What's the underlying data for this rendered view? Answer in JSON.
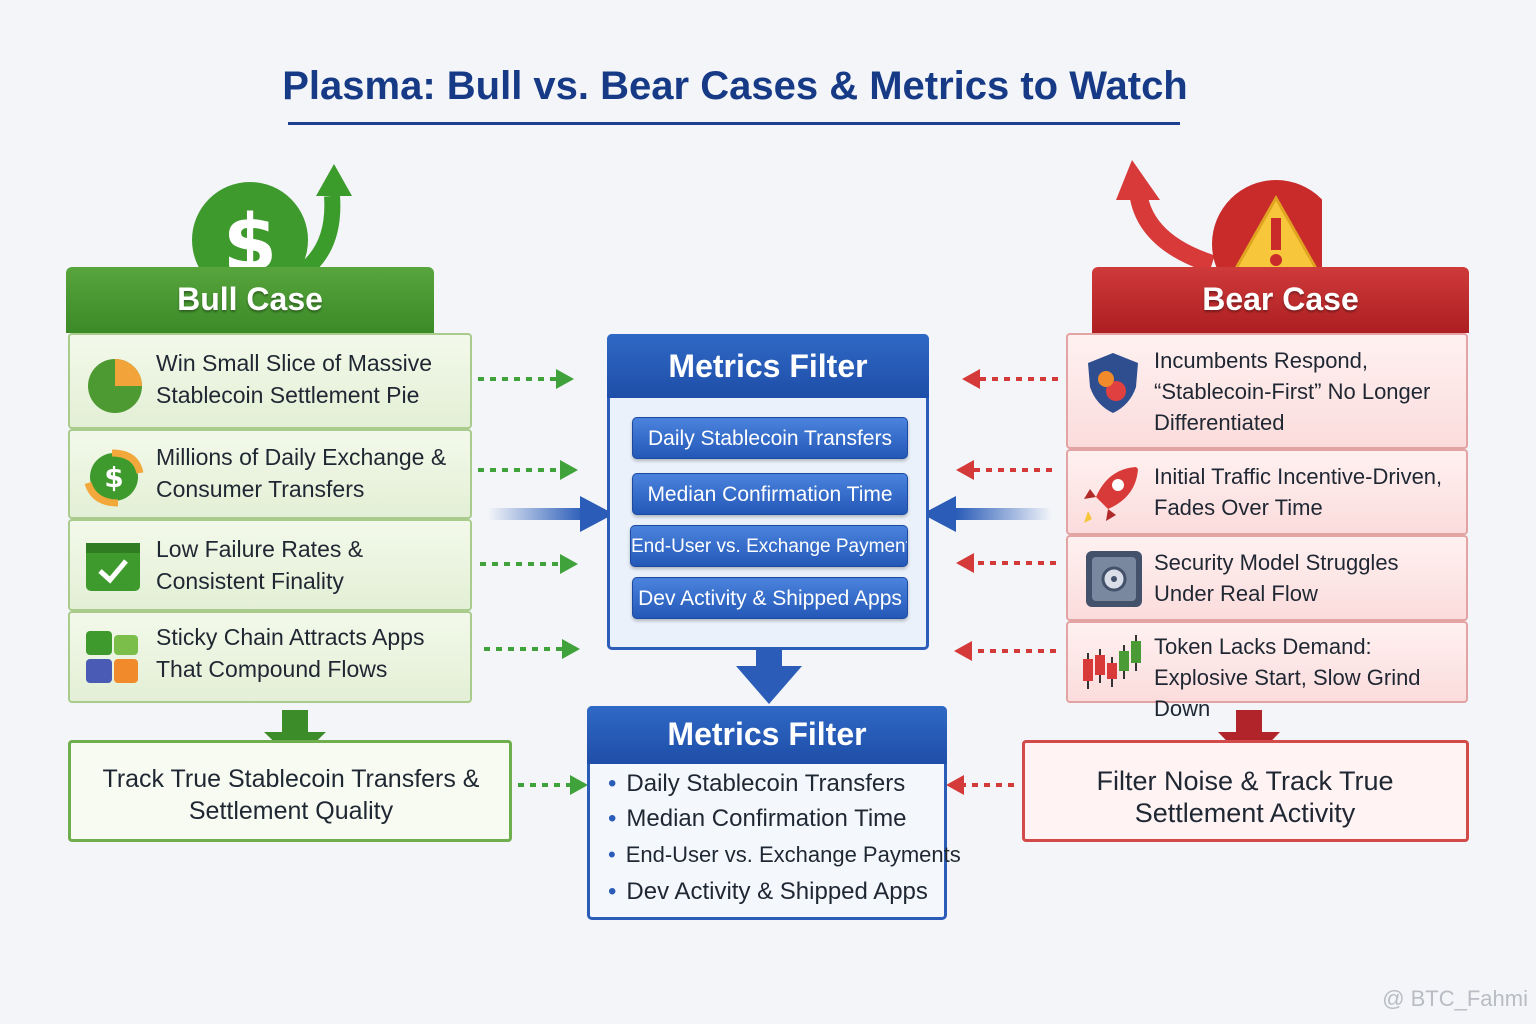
{
  "title": "Plasma: Bull vs. Bear Cases & Metrics to Watch",
  "bull": {
    "header": "Bull Case",
    "items": [
      {
        "text": "Win Small Slice of Massive Stablecoin Settlement Pie",
        "icon": "pie-chart-icon"
      },
      {
        "text": "Millions of Daily Exchange & Consumer Transfers",
        "icon": "dollar-exchange-icon"
      },
      {
        "text": "Low Failure Rates & Consistent Finality",
        "icon": "checkmark-folder-icon"
      },
      {
        "text": "Sticky Chain Attracts Apps That Compound Flows",
        "icon": "app-blocks-icon"
      }
    ],
    "outcome": "Track True Stablecoin Transfers & Settlement Quality"
  },
  "bear": {
    "header": "Bear Case",
    "items": [
      {
        "text": "Incumbents Respond, “Stablecoin-First” No Longer Differentiated",
        "icon": "shield-icon"
      },
      {
        "text": "Initial Traffic Incentive-Driven, Fades Over Time",
        "icon": "rocket-icon"
      },
      {
        "text": "Security Model Struggles Under Real Flow",
        "icon": "vault-icon"
      },
      {
        "text": "Token Lacks Demand: Explosive Start, Slow Grind Down",
        "icon": "candlestick-icon"
      }
    ],
    "outcome": "Filter Noise & Track True Settlement Activity"
  },
  "metrics_filter_top": {
    "header": "Metrics Filter",
    "items": [
      "Daily Stablecoin Transfers",
      "Median Confirmation Time",
      "End-User vs. Exchange Payments",
      "Dev Activity & Shipped Apps"
    ]
  },
  "metrics_filter_bottom": {
    "header": "Metrics Filter",
    "items": [
      "Daily Stablecoin Transfers",
      "Median Confirmation Time",
      "End-User vs. Exchange Payments",
      "Dev Activity & Shipped Apps"
    ]
  },
  "watermark": "@ BTC_Fahmi",
  "colors": {
    "bull": "#3b8a28",
    "bear": "#ad1f22",
    "metrics": "#1e4ea8",
    "title": "#173a86"
  }
}
